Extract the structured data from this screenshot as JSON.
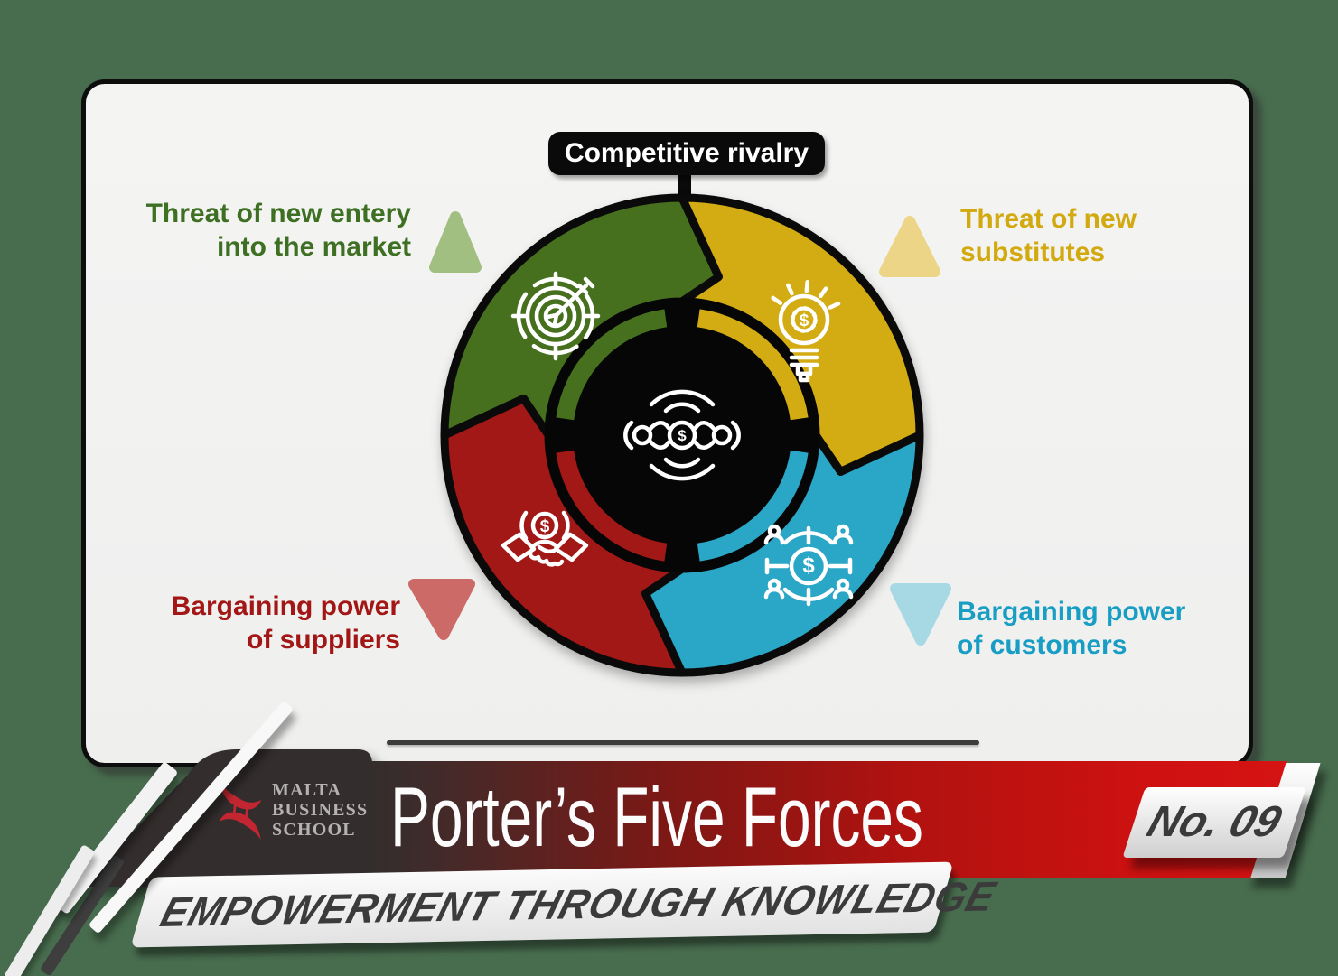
{
  "colors": {
    "background": "#486c4e",
    "card_bg": "#f3f3f2",
    "segment_green": "#46701e",
    "segment_yellow": "#d3ac14",
    "segment_red": "#a21816",
    "segment_blue": "#2aa6c6",
    "banner_red": "#d21212",
    "charcoal": "#332d2d",
    "logo_red": "#c22731"
  },
  "diagram": {
    "center_bubble_label": "Competitive rivalry",
    "dollar_glyph": "$",
    "forces": [
      {
        "key": "new-entry",
        "line1": "Threat of new entery",
        "line2": "into the market",
        "icon": "target-arrow-icon",
        "text_color": "#3e7023",
        "triangle": "up",
        "triangle_color": "#a2bf82"
      },
      {
        "key": "substitutes",
        "line1": "Threat of new",
        "line2": "substitutes",
        "icon": "idea-bulb-icon",
        "text_color": "#d2a90f",
        "triangle": "up",
        "triangle_color": "#ecd587"
      },
      {
        "key": "suppliers",
        "line1": "Bargaining power",
        "line2": "of suppliers",
        "icon": "handshake-icon",
        "text_color": "#a31616",
        "triangle": "down",
        "triangle_color": "#cb6a67"
      },
      {
        "key": "customers",
        "line1": "Bargaining power",
        "line2": "of customers",
        "icon": "customer-network-icon",
        "text_color": "#189ec4",
        "triangle": "down",
        "triangle_color": "#a6d9e4"
      }
    ]
  },
  "footer": {
    "logo_text": {
      "line1": "MALTA",
      "line2": "BUSINESS",
      "line3": "SCHOOL"
    },
    "title": "Porter’s Five Forces",
    "number_badge": "No. 09",
    "tagline": "EMPOWERMENT THROUGH KNOWLEDGE"
  }
}
